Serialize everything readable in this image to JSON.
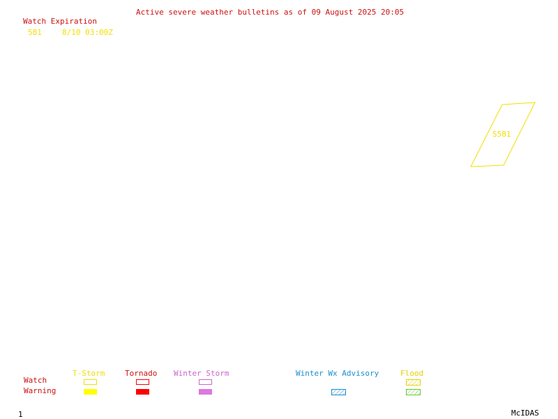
{
  "header": {
    "title": "Active severe weather bulletins as of 09 August 2025 20:05",
    "watch_expiration_label": "Watch Expiration",
    "watch_number": "581",
    "watch_expiration_time": "8/10 03:00Z"
  },
  "map": {
    "watch_polygon_label": "S581"
  },
  "legend": {
    "row_labels": {
      "watch": "Watch",
      "warning": "Warning"
    },
    "categories": {
      "tstorm": "T-Storm",
      "tornado": "Tornado",
      "winter_storm": "Winter Storm",
      "winter_wx_advisory": "Winter Wx Advisory",
      "flood": "Flood"
    },
    "colors": {
      "tstorm": "#ffff00",
      "tornado": "#ff0000",
      "winter_storm": "#dd77dd",
      "winter_wx_advisory": "#1a8fd0",
      "flood": "#66cc33"
    }
  },
  "footer": {
    "frame_number": "1",
    "branding": "McIDAS"
  }
}
